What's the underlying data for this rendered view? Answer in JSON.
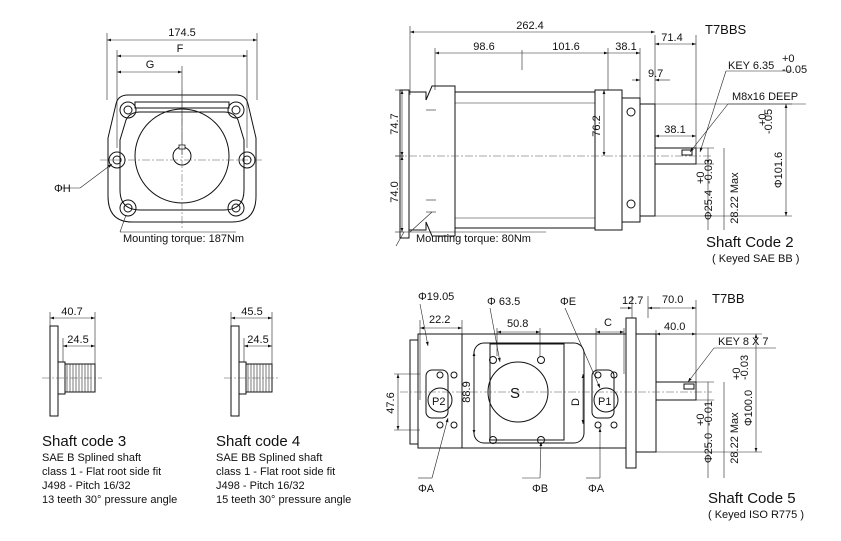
{
  "views": {
    "front": {
      "width": "174.5",
      "f_label": "F",
      "g_label": "G",
      "hole_label": "ΦH",
      "torque_note": "Mounting torque: 187Nm"
    },
    "t7bbs": {
      "model": "T7BBS",
      "overall_length": "262.4",
      "dims_top": [
        "98.6",
        "101.6",
        "38.1"
      ],
      "dim_714": "71.4",
      "dim_97": "9.7",
      "key_label": "KEY 6.35",
      "key_tol_upper": "+0",
      "key_tol_lower": "-0.05",
      "thread_label": "M8x16 DEEP",
      "dim_747": "74.7",
      "dim_740": "74.0",
      "dim_762": "76.2",
      "dim_381b": "38.1",
      "pilot_dia": "Φ101.6",
      "pilot_tol_upper": "+0",
      "pilot_tol_lower": "-0.05",
      "shaft_dia": "Φ25.4",
      "shaft_tol_upper": "+0",
      "shaft_tol_lower": "-0.03",
      "shaft_max": "28.22 Max",
      "torque_note": "Mounting torque: 80Nm",
      "shaft_code_title": "Shaft Code 2",
      "shaft_code_sub": "( Keyed SAE BB )"
    },
    "shaft3": {
      "dim_outer": "40.7",
      "dim_inner": "24.5",
      "title": "Shaft code 3",
      "lines": [
        "SAE B Splined shaft",
        "class 1 - Flat root side fit",
        "J498 - Pitch 16/32",
        "13 teeth 30° pressure angle"
      ]
    },
    "shaft4": {
      "dim_outer": "45.5",
      "dim_inner": "24.5",
      "title": "Shaft code 4",
      "lines": [
        "SAE BB Splined shaft",
        "class 1 - Flat root side fit",
        "J498 - Pitch 16/32",
        "15 teeth 30° pressure angle"
      ]
    },
    "t7bb": {
      "model": "T7BB",
      "dia_1905": "Φ19.05",
      "dim_222": "22.2",
      "dia_635": "Φ 63.5",
      "dim_508": "50.8",
      "dia_e": "ΦE",
      "c_label": "C",
      "dim_127": "12.7",
      "dim_700": "70.0",
      "dim_400": "40.0",
      "key_label": "KEY 8 X 7",
      "dim_476": "47.6",
      "dim_889": "88.9",
      "p2": "P2",
      "s": "S",
      "d_label": "D",
      "p1": "P1",
      "dia_a_left": "ΦA",
      "dia_b": "ΦB",
      "dia_a_right": "ΦA",
      "shaft_dia": "Φ25.0",
      "shaft_tol_upper": "+0",
      "shaft_tol_lower": "-0.01",
      "shaft_max": "28.22 Max",
      "pilot_dia": "Φ100.0",
      "pilot_tol_upper": "+0",
      "pilot_tol_lower": "-0.03",
      "shaft_code_title": "Shaft Code 5",
      "shaft_code_sub": "( Keyed  ISO  R775 )"
    }
  }
}
